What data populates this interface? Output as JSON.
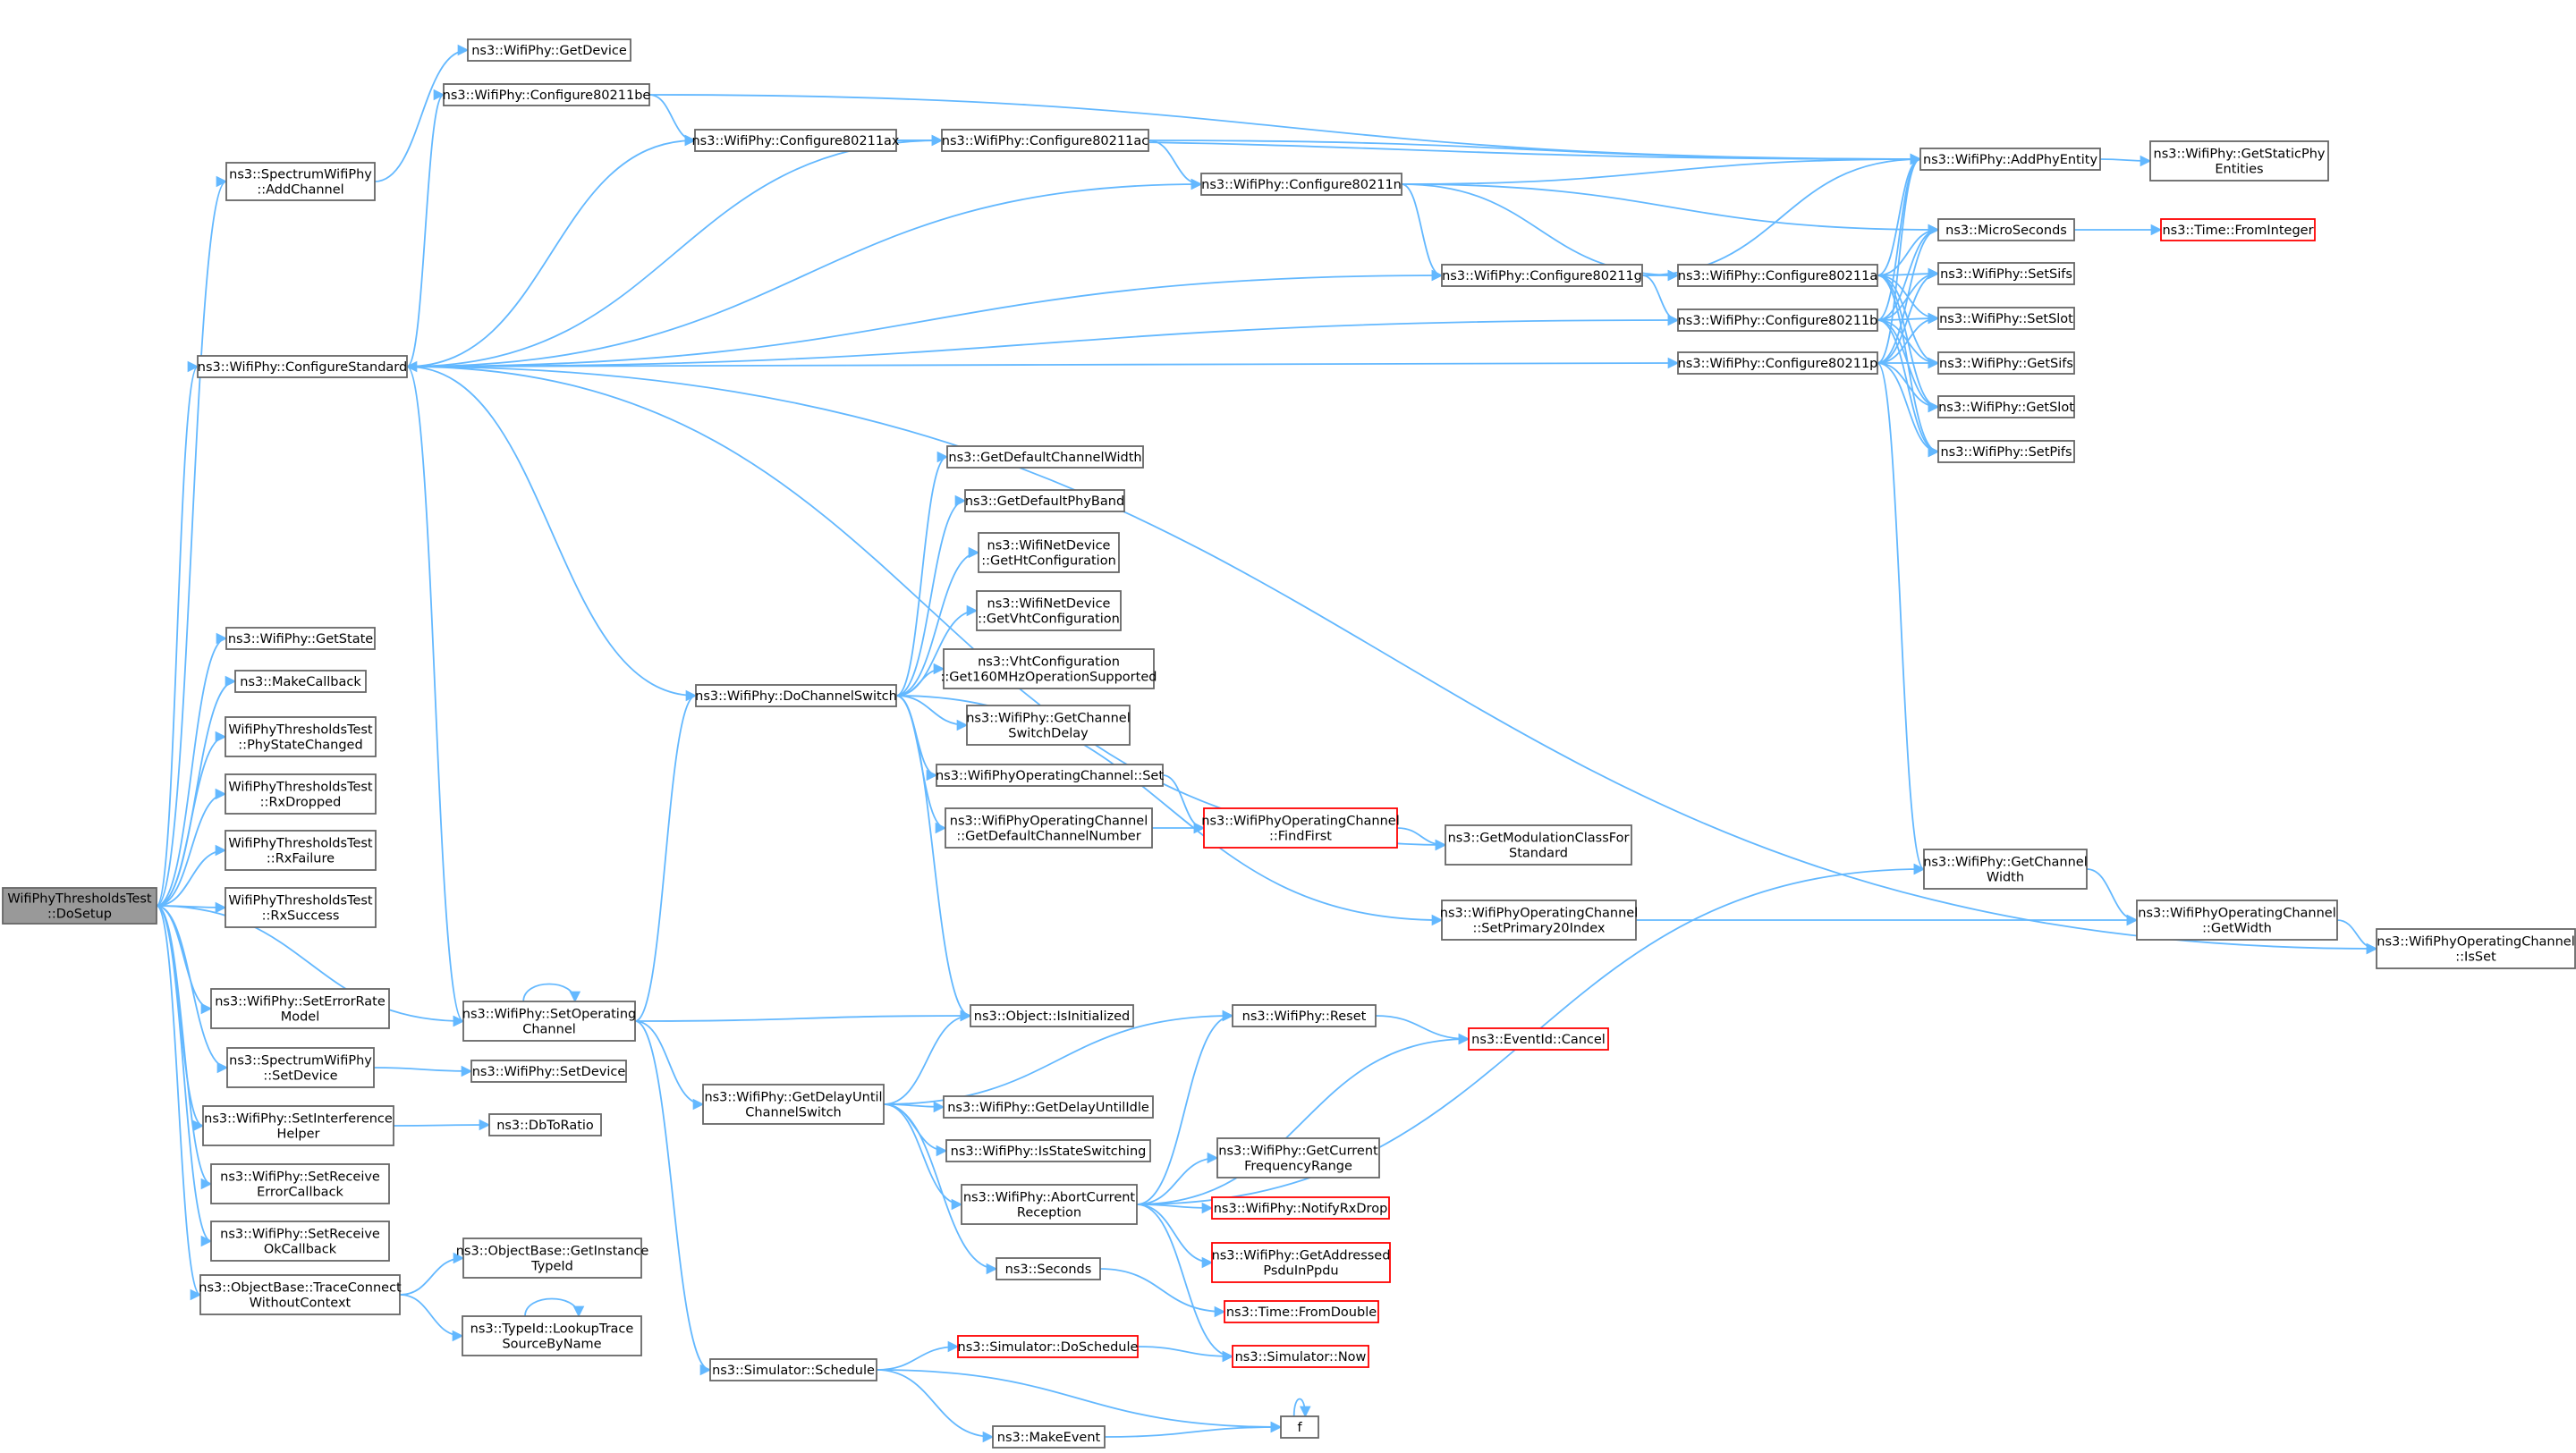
{
  "diagram": {
    "edge_color": "#63b8ff",
    "node_border_color": "#666666",
    "highlight_border_color": "#ff0000",
    "root_fill": "#999999",
    "nodes": [
      {
        "id": "root",
        "lines": [
          "WifiPhyThresholdsTest",
          "::DoSetup"
        ],
        "style": "root"
      },
      {
        "id": "addch",
        "lines": [
          "ns3::SpectrumWifiPhy",
          "::AddChannel"
        ]
      },
      {
        "id": "getdev",
        "lines": [
          "ns3::WifiPhy::GetDevice"
        ]
      },
      {
        "id": "c11be",
        "lines": [
          "ns3::WifiPhy::Configure80211be"
        ]
      },
      {
        "id": "c11ax",
        "lines": [
          "ns3::WifiPhy::Configure80211ax"
        ]
      },
      {
        "id": "c11ac",
        "lines": [
          "ns3::WifiPhy::Configure80211ac"
        ]
      },
      {
        "id": "c11n",
        "lines": [
          "ns3::WifiPhy::Configure80211n"
        ]
      },
      {
        "id": "addphy",
        "lines": [
          "ns3::WifiPhy::AddPhyEntity"
        ]
      },
      {
        "id": "getstatic",
        "lines": [
          "ns3::WifiPhy::GetStaticPhy",
          "Entities"
        ]
      },
      {
        "id": "micro",
        "lines": [
          "ns3::MicroSeconds"
        ]
      },
      {
        "id": "frominteger",
        "lines": [
          "ns3::Time::FromInteger"
        ],
        "style": "red"
      },
      {
        "id": "c11g",
        "lines": [
          "ns3::WifiPhy::Configure80211g"
        ]
      },
      {
        "id": "c11a",
        "lines": [
          "ns3::WifiPhy::Configure80211a"
        ]
      },
      {
        "id": "c11b",
        "lines": [
          "ns3::WifiPhy::Configure80211b"
        ]
      },
      {
        "id": "c11p",
        "lines": [
          "ns3::WifiPhy::Configure80211p"
        ]
      },
      {
        "id": "setsifs",
        "lines": [
          "ns3::WifiPhy::SetSifs"
        ]
      },
      {
        "id": "setslot",
        "lines": [
          "ns3::WifiPhy::SetSlot"
        ]
      },
      {
        "id": "getsifs",
        "lines": [
          "ns3::WifiPhy::GetSifs"
        ]
      },
      {
        "id": "getslot",
        "lines": [
          "ns3::WifiPhy::GetSlot"
        ]
      },
      {
        "id": "setpifs",
        "lines": [
          "ns3::WifiPhy::SetPifs"
        ]
      },
      {
        "id": "confstd",
        "lines": [
          "ns3::WifiPhy::ConfigureStandard"
        ]
      },
      {
        "id": "defcw",
        "lines": [
          "ns3::GetDefaultChannelWidth"
        ]
      },
      {
        "id": "defpb",
        "lines": [
          "ns3::GetDefaultPhyBand"
        ]
      },
      {
        "id": "ghtc",
        "lines": [
          "ns3::WifiNetDevice",
          "::GetHtConfiguration"
        ]
      },
      {
        "id": "gvhtc",
        "lines": [
          "ns3::WifiNetDevice",
          "::GetVhtConfiguration"
        ]
      },
      {
        "id": "vht160",
        "lines": [
          "ns3::VhtConfiguration",
          "::Get160MHzOperationSupported"
        ]
      },
      {
        "id": "getcsd",
        "lines": [
          "ns3::WifiPhy::GetChannel",
          "SwitchDelay"
        ]
      },
      {
        "id": "docs",
        "lines": [
          "ns3::WifiPhy::DoChannelSwitch"
        ]
      },
      {
        "id": "wocset",
        "lines": [
          "ns3::WifiPhyOperatingChannel::Set"
        ]
      },
      {
        "id": "wocdef",
        "lines": [
          "ns3::WifiPhyOperatingChannel",
          "::GetDefaultChannelNumber"
        ]
      },
      {
        "id": "findfirst",
        "lines": [
          "ns3::WifiPhyOperatingChannel",
          "::FindFirst"
        ],
        "style": "red"
      },
      {
        "id": "getmod",
        "lines": [
          "ns3::GetModulationClassFor",
          "Standard"
        ]
      },
      {
        "id": "getstate",
        "lines": [
          "ns3::WifiPhy::GetState"
        ]
      },
      {
        "id": "makecb",
        "lines": [
          "ns3::MakeCallback"
        ]
      },
      {
        "id": "psc",
        "lines": [
          "WifiPhyThresholdsTest",
          "::PhyStateChanged"
        ]
      },
      {
        "id": "rxd",
        "lines": [
          "WifiPhyThresholdsTest",
          "::RxDropped"
        ]
      },
      {
        "id": "rxf",
        "lines": [
          "WifiPhyThresholdsTest",
          "::RxFailure"
        ]
      },
      {
        "id": "rxs",
        "lines": [
          "WifiPhyThresholdsTest",
          "::RxSuccess"
        ]
      },
      {
        "id": "getcw",
        "lines": [
          "ns3::WifiPhy::GetChannel",
          "Width"
        ]
      },
      {
        "id": "setp20",
        "lines": [
          "ns3::WifiPhyOperatingChannel",
          "::SetPrimary20Index"
        ]
      },
      {
        "id": "getwidth",
        "lines": [
          "ns3::WifiPhyOperatingChannel",
          "::GetWidth"
        ]
      },
      {
        "id": "isset",
        "lines": [
          "ns3::WifiPhyOperatingChannel",
          "::IsSet"
        ]
      },
      {
        "id": "seterm",
        "lines": [
          "ns3::WifiPhy::SetErrorRate",
          "Model"
        ]
      },
      {
        "id": "setoc",
        "lines": [
          "ns3::WifiPhy::SetOperating",
          "Channel"
        ]
      },
      {
        "id": "isinit",
        "lines": [
          "ns3::Object::IsInitialized"
        ]
      },
      {
        "id": "reset",
        "lines": [
          "ns3::WifiPhy::Reset"
        ]
      },
      {
        "id": "cancel",
        "lines": [
          "ns3::EventId::Cancel"
        ],
        "style": "red"
      },
      {
        "id": "sswsetdev",
        "lines": [
          "ns3::SpectrumWifiPhy",
          "::SetDevice"
        ]
      },
      {
        "id": "wpsetdev",
        "lines": [
          "ns3::WifiPhy::SetDevice"
        ]
      },
      {
        "id": "gdcs",
        "lines": [
          "ns3::WifiPhy::GetDelayUntil",
          "ChannelSwitch"
        ]
      },
      {
        "id": "gdui",
        "lines": [
          "ns3::WifiPhy::GetDelayUntilIdle"
        ]
      },
      {
        "id": "setih",
        "lines": [
          "ns3::WifiPhy::SetInterference",
          "Helper"
        ]
      },
      {
        "id": "dbtoratio",
        "lines": [
          "ns3::DbToRatio"
        ]
      },
      {
        "id": "isss",
        "lines": [
          "ns3::WifiPhy::IsStateSwitching"
        ]
      },
      {
        "id": "gcfr",
        "lines": [
          "ns3::WifiPhy::GetCurrent",
          "FrequencyRange"
        ]
      },
      {
        "id": "setrecb",
        "lines": [
          "ns3::WifiPhy::SetReceive",
          "ErrorCallback"
        ]
      },
      {
        "id": "abort",
        "lines": [
          "ns3::WifiPhy::AbortCurrent",
          "Reception"
        ]
      },
      {
        "id": "notifyrxd",
        "lines": [
          "ns3::WifiPhy::NotifyRxDrop"
        ],
        "style": "red"
      },
      {
        "id": "setrocb",
        "lines": [
          "ns3::WifiPhy::SetReceive",
          "OkCallback"
        ]
      },
      {
        "id": "getapsdu",
        "lines": [
          "ns3::WifiPhy::GetAddressed",
          "PsduInPpdu"
        ],
        "style": "red"
      },
      {
        "id": "getiti",
        "lines": [
          "ns3::ObjectBase::GetInstance",
          "TypeId"
        ]
      },
      {
        "id": "seconds",
        "lines": [
          "ns3::Seconds"
        ]
      },
      {
        "id": "tcwc",
        "lines": [
          "ns3::ObjectBase::TraceConnect",
          "WithoutContext"
        ]
      },
      {
        "id": "fromdouble",
        "lines": [
          "ns3::Time::FromDouble"
        ],
        "style": "red"
      },
      {
        "id": "lookup",
        "lines": [
          "ns3::TypeId::LookupTrace",
          "SourceByName"
        ]
      },
      {
        "id": "doschedule",
        "lines": [
          "ns3::Simulator::DoSchedule"
        ],
        "style": "red"
      },
      {
        "id": "now",
        "lines": [
          "ns3::Simulator::Now"
        ],
        "style": "red"
      },
      {
        "id": "schedule",
        "lines": [
          "ns3::Simulator::Schedule"
        ]
      },
      {
        "id": "f",
        "lines": [
          "f"
        ]
      },
      {
        "id": "makeevent",
        "lines": [
          "ns3::MakeEvent"
        ]
      }
    ],
    "edges": [
      [
        "root",
        "addch"
      ],
      [
        "root",
        "confstd"
      ],
      [
        "root",
        "getstate"
      ],
      [
        "root",
        "makecb"
      ],
      [
        "root",
        "psc"
      ],
      [
        "root",
        "rxd"
      ],
      [
        "root",
        "rxf"
      ],
      [
        "root",
        "rxs"
      ],
      [
        "root",
        "seterm"
      ],
      [
        "root",
        "setoc"
      ],
      [
        "root",
        "sswsetdev"
      ],
      [
        "root",
        "setih"
      ],
      [
        "root",
        "setrecb"
      ],
      [
        "root",
        "setrocb"
      ],
      [
        "root",
        "tcwc"
      ],
      [
        "addch",
        "getdev"
      ],
      [
        "confstd",
        "c11be"
      ],
      [
        "confstd",
        "c11ax"
      ],
      [
        "confstd",
        "c11ac"
      ],
      [
        "confstd",
        "c11n"
      ],
      [
        "confstd",
        "c11g"
      ],
      [
        "confstd",
        "c11b"
      ],
      [
        "confstd",
        "c11p"
      ],
      [
        "confstd",
        "setoc"
      ],
      [
        "confstd",
        "isset"
      ],
      [
        "confstd",
        "getmod"
      ],
      [
        "c11be",
        "addphy"
      ],
      [
        "c11be",
        "c11ax"
      ],
      [
        "c11ax",
        "addphy"
      ],
      [
        "c11ax",
        "c11ac"
      ],
      [
        "c11ac",
        "addphy"
      ],
      [
        "c11ac",
        "c11n"
      ],
      [
        "c11n",
        "addphy"
      ],
      [
        "c11n",
        "micro"
      ],
      [
        "c11n",
        "c11g"
      ],
      [
        "c11n",
        "c11a"
      ],
      [
        "addphy",
        "getstatic"
      ],
      [
        "micro",
        "frominteger"
      ],
      [
        "c11g",
        "addphy"
      ],
      [
        "c11g",
        "c11a"
      ],
      [
        "c11g",
        "c11b"
      ],
      [
        "c11a",
        "addphy"
      ],
      [
        "c11a",
        "micro"
      ],
      [
        "c11a",
        "setsifs"
      ],
      [
        "c11a",
        "setslot"
      ],
      [
        "c11a",
        "getsifs"
      ],
      [
        "c11a",
        "getslot"
      ],
      [
        "c11a",
        "setpifs"
      ],
      [
        "c11b",
        "addphy"
      ],
      [
        "c11b",
        "micro"
      ],
      [
        "c11b",
        "setsifs"
      ],
      [
        "c11b",
        "setslot"
      ],
      [
        "c11b",
        "getsifs"
      ],
      [
        "c11b",
        "getslot"
      ],
      [
        "c11b",
        "setpifs"
      ],
      [
        "c11p",
        "addphy"
      ],
      [
        "c11p",
        "micro"
      ],
      [
        "c11p",
        "setsifs"
      ],
      [
        "c11p",
        "setslot"
      ],
      [
        "c11p",
        "getsifs"
      ],
      [
        "c11p",
        "getslot"
      ],
      [
        "c11p",
        "setpifs"
      ],
      [
        "c11p",
        "getcw"
      ],
      [
        "docs",
        "confstd"
      ],
      [
        "docs",
        "defcw"
      ],
      [
        "docs",
        "defpb"
      ],
      [
        "docs",
        "ghtc"
      ],
      [
        "docs",
        "gvhtc"
      ],
      [
        "docs",
        "vht160"
      ],
      [
        "docs",
        "getcsd"
      ],
      [
        "docs",
        "wocset"
      ],
      [
        "docs",
        "wocdef"
      ],
      [
        "docs",
        "setp20"
      ],
      [
        "docs",
        "isinit"
      ],
      [
        "wocset",
        "findfirst"
      ],
      [
        "wocdef",
        "findfirst"
      ],
      [
        "findfirst",
        "getmod"
      ],
      [
        "getcw",
        "getwidth"
      ],
      [
        "setp20",
        "getwidth"
      ],
      [
        "getwidth",
        "isset"
      ],
      [
        "setoc",
        "setoc"
      ],
      [
        "setoc",
        "docs"
      ],
      [
        "setoc",
        "isinit"
      ],
      [
        "setoc",
        "gdcs"
      ],
      [
        "setoc",
        "schedule"
      ],
      [
        "gdcs",
        "isinit"
      ],
      [
        "gdcs",
        "reset"
      ],
      [
        "gdcs",
        "gdui"
      ],
      [
        "gdcs",
        "isss"
      ],
      [
        "gdcs",
        "abort"
      ],
      [
        "gdcs",
        "seconds"
      ],
      [
        "reset",
        "cancel"
      ],
      [
        "abort",
        "reset"
      ],
      [
        "abort",
        "cancel"
      ],
      [
        "abort",
        "getcw"
      ],
      [
        "abort",
        "gcfr"
      ],
      [
        "abort",
        "notifyrxd"
      ],
      [
        "abort",
        "getapsdu"
      ],
      [
        "abort",
        "now"
      ],
      [
        "sswsetdev",
        "wpsetdev"
      ],
      [
        "setih",
        "dbtoratio"
      ],
      [
        "tcwc",
        "getiti"
      ],
      [
        "tcwc",
        "lookup"
      ],
      [
        "lookup",
        "lookup"
      ],
      [
        "seconds",
        "fromdouble"
      ],
      [
        "schedule",
        "doschedule"
      ],
      [
        "schedule",
        "f"
      ],
      [
        "schedule",
        "makeevent"
      ],
      [
        "doschedule",
        "now"
      ],
      [
        "makeevent",
        "f"
      ],
      [
        "f",
        "f"
      ]
    ]
  }
}
